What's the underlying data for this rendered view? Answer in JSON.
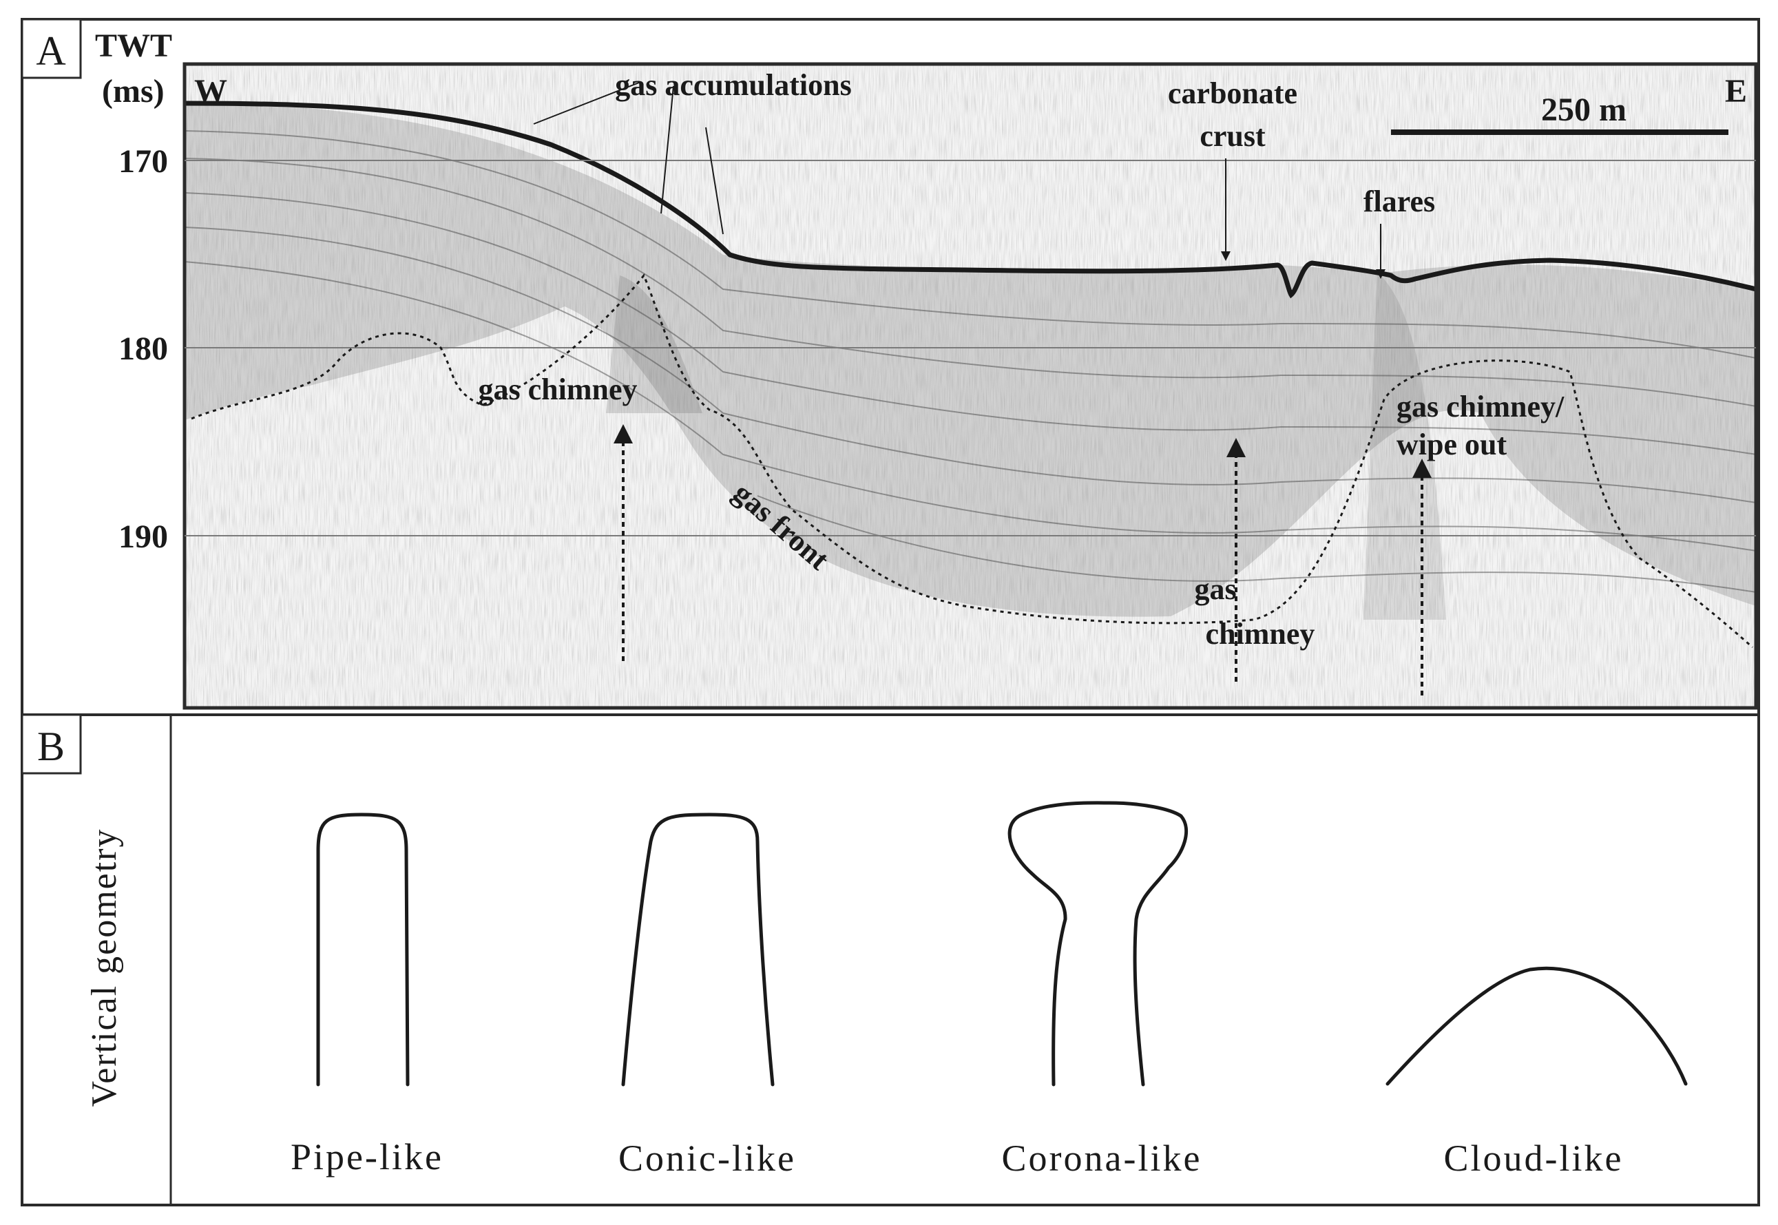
{
  "panel_a": {
    "letter": "A",
    "axis": {
      "title_line1": "TWT",
      "title_line2": "(ms)",
      "ticks": [
        "170",
        "180",
        "190"
      ]
    },
    "west": "W",
    "east": "E",
    "scale_bar": "250 m",
    "labels": {
      "gas_accumulations": "gas accumulations",
      "carbonate": "carbonate",
      "crust": "crust",
      "flares": "flares",
      "gas_chimney_left": "gas chimney",
      "gas_front": "gas front",
      "gas_chimney_wipe_1": "gas chimney/",
      "gas_chimney_wipe_2": "wipe out",
      "gas_mid": "gas",
      "chimney_mid": "chimney"
    }
  },
  "panel_b": {
    "letter": "B",
    "side_label": "Vertical geometry",
    "shapes": [
      {
        "name": "pipe",
        "label": "Pipe-like"
      },
      {
        "name": "conic",
        "label": "Conic-like"
      },
      {
        "name": "corona",
        "label": "Corona-like"
      },
      {
        "name": "cloud",
        "label": "Cloud-like"
      }
    ]
  },
  "colors": {
    "ink": "#1a1a1a",
    "frame": "#2b2b2b",
    "seismic_bg": "#f4f4f4"
  }
}
